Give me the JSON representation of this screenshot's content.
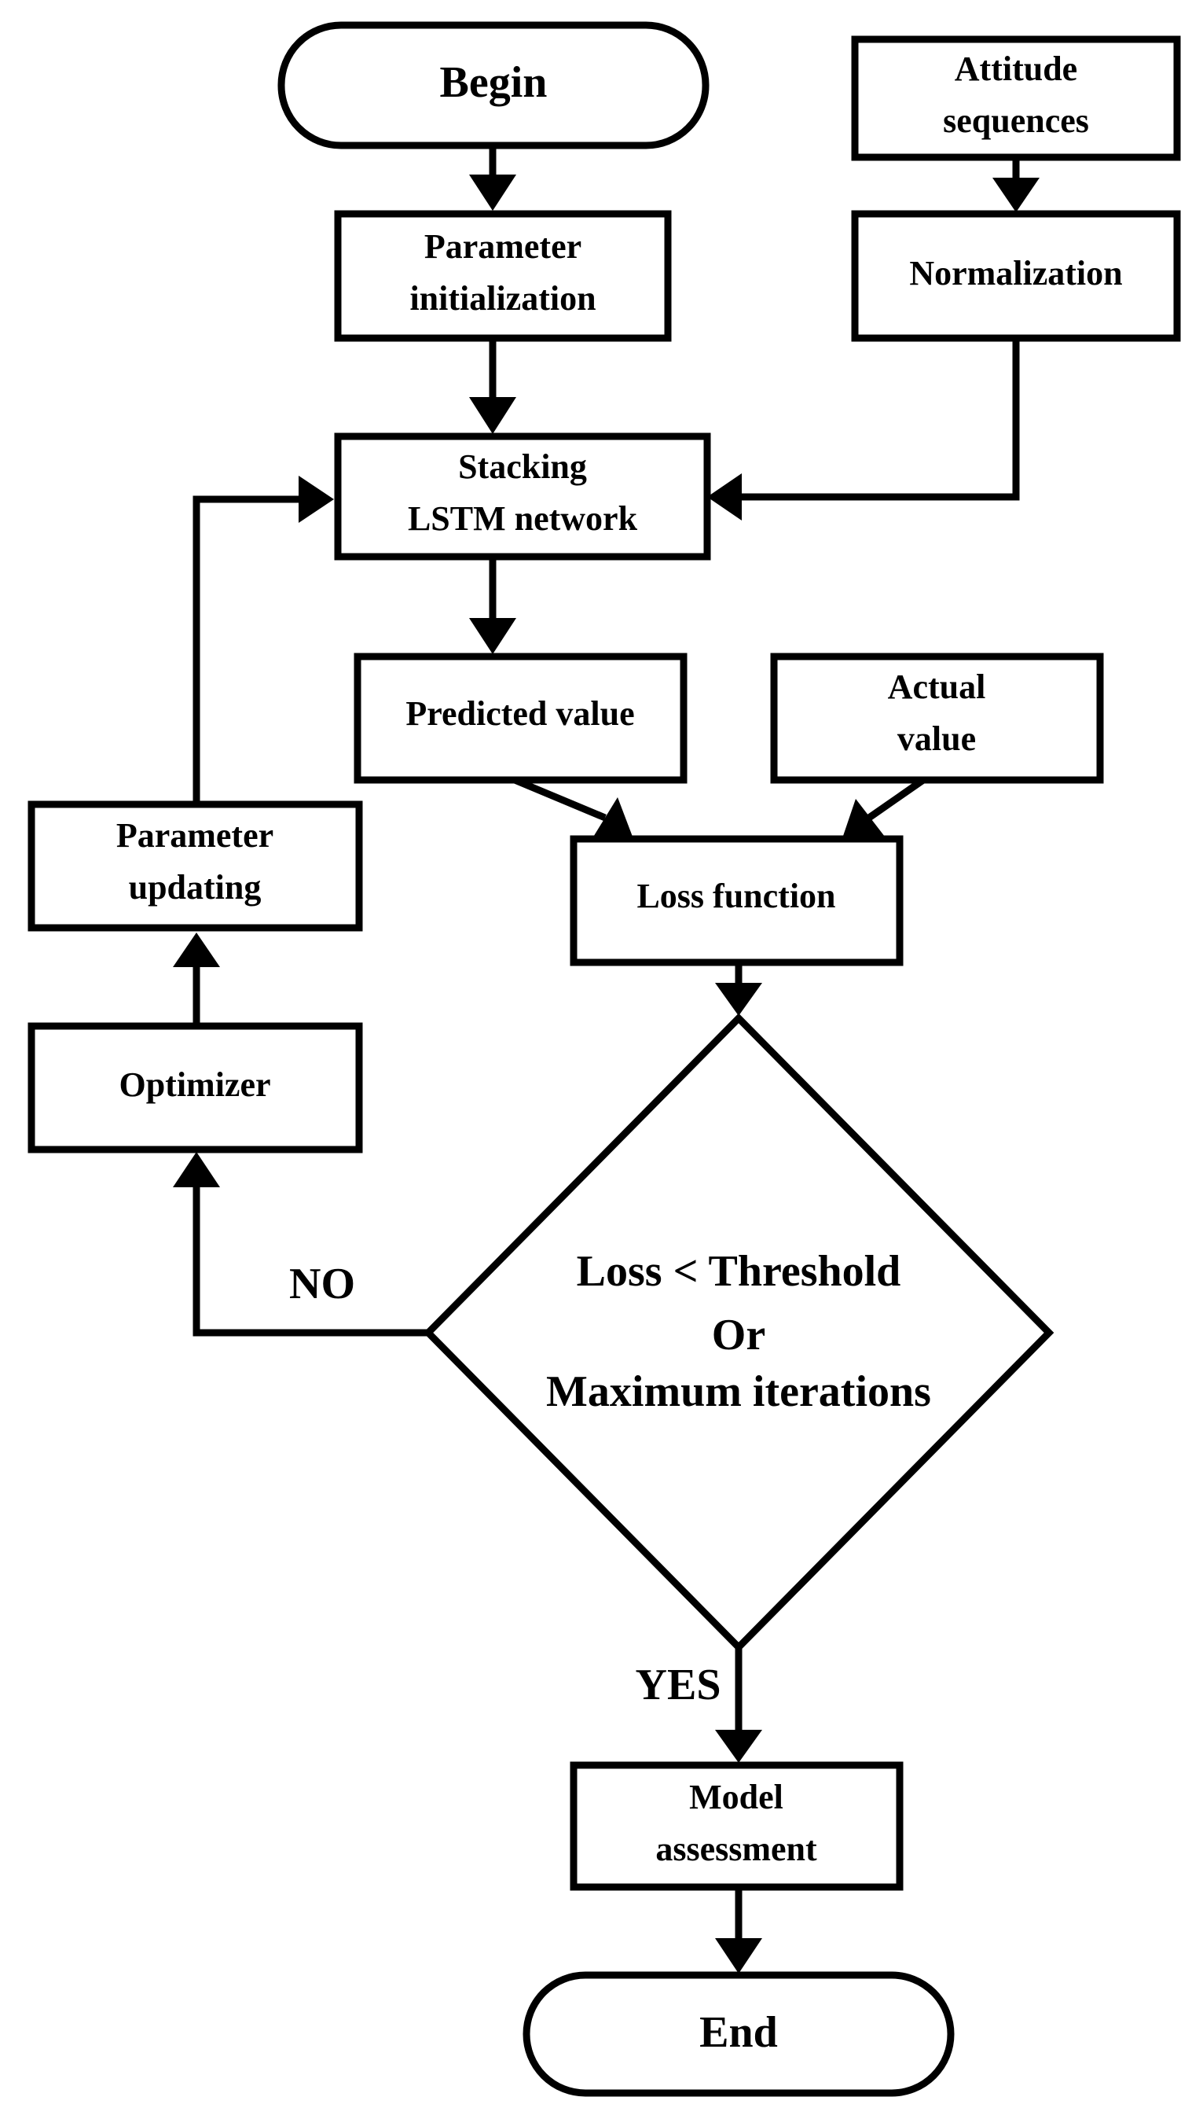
{
  "flowchart": {
    "begin": "Begin",
    "end": "End",
    "param_init": [
      "Parameter",
      "initialization"
    ],
    "attitude": [
      "Attitude",
      "sequences"
    ],
    "normalization": "Normalization",
    "lstm": [
      "Stacking",
      "LSTM network"
    ],
    "predicted": "Predicted value",
    "actual": [
      "Actual",
      "value"
    ],
    "loss": "Loss function",
    "param_update": [
      "Parameter",
      "updating"
    ],
    "optimizer": "Optimizer",
    "decision": [
      "Loss < Threshold",
      "Or",
      "Maximum iterations"
    ],
    "no_label": "NO",
    "yes_label": "YES",
    "assessment": [
      "Model",
      "assessment"
    ]
  },
  "colors": {
    "stroke": "#000000",
    "fill": "#ffffff"
  }
}
